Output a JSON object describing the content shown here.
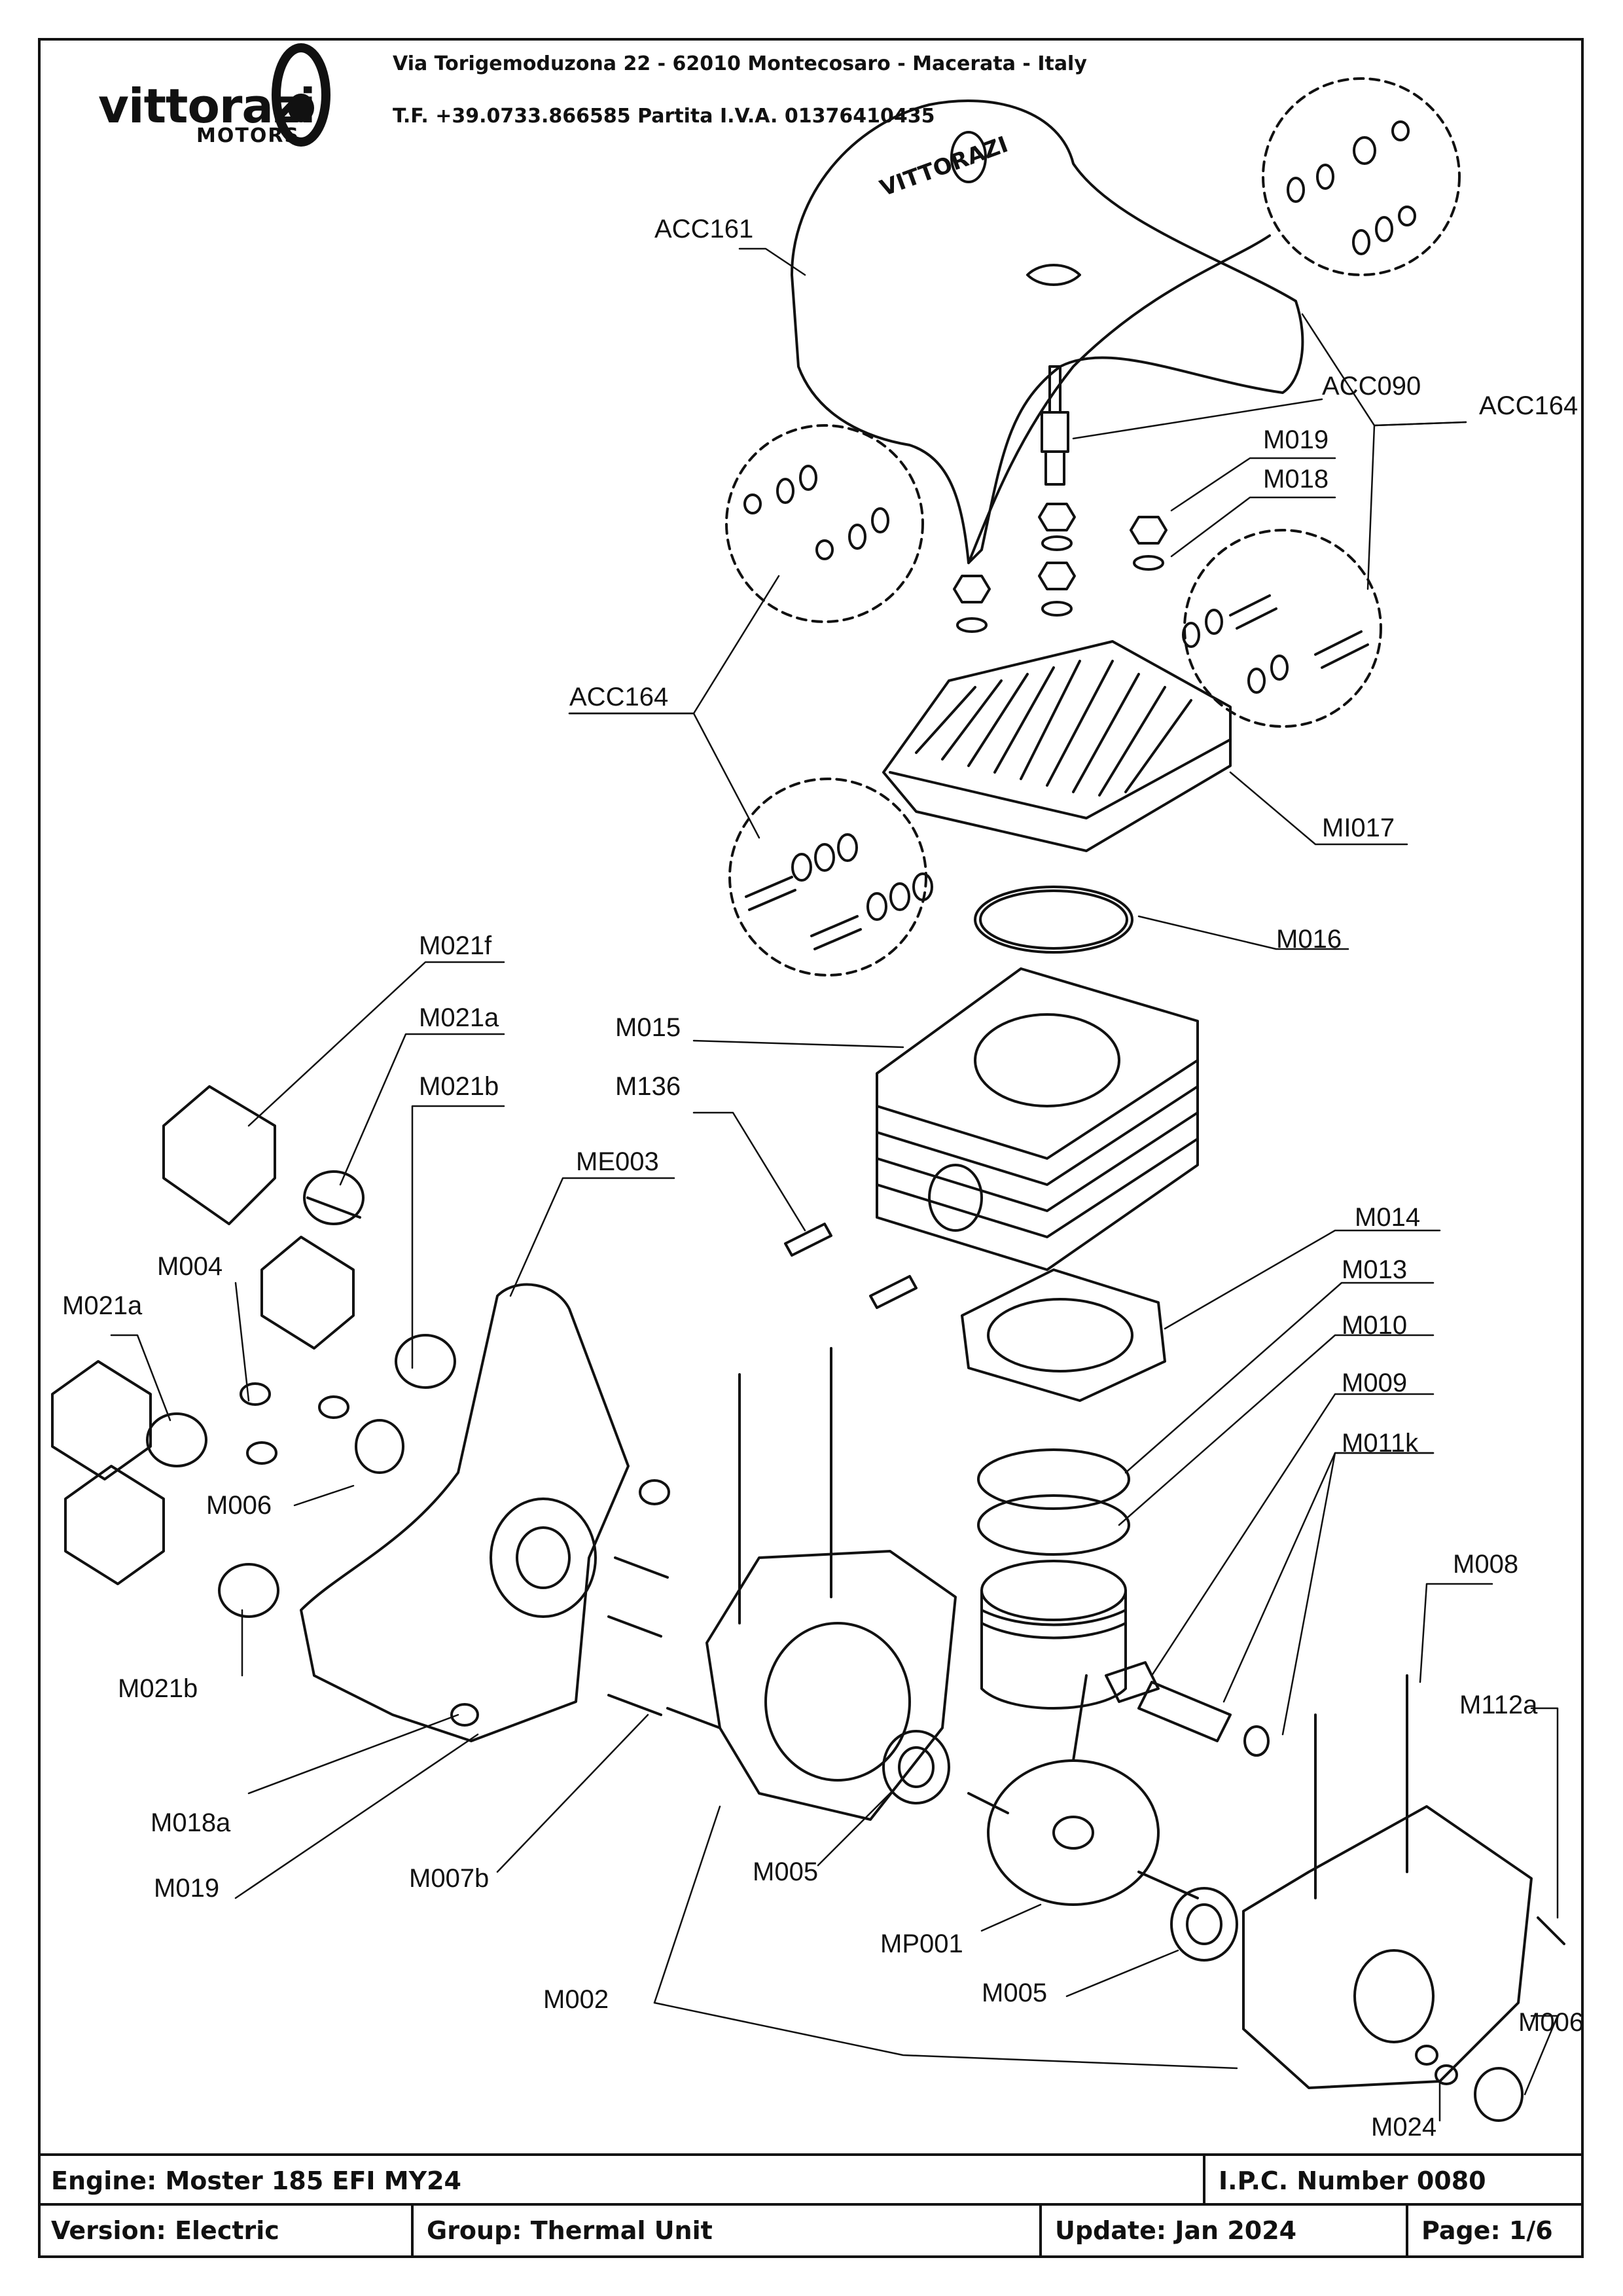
{
  "header": {
    "brand": "vittorazi",
    "brand_sub": "MOTORS",
    "address_line": "Via Torigemoduzona 22 - 62010 Montecosaro - Macerata - Italy",
    "contact_line": "T.F. +39.0733.866585 Partita I.V.A. 01376410435"
  },
  "parts": {
    "acc161": "ACC161",
    "acc090": "ACC090",
    "acc164_right": "ACC164",
    "m019_top": "M019",
    "m018_top": "M018",
    "acc164_left": "ACC164",
    "mi017": "MI017",
    "m016": "M016",
    "m021f": "M021f",
    "m021a_top": "M021a",
    "m015": "M015",
    "m021b_top": "M021b",
    "m136": "M136",
    "me003": "ME003",
    "m014": "M014",
    "m004": "M004",
    "m013": "M013",
    "m021a_left": "M021a",
    "m010": "M010",
    "m009": "M009",
    "m011k": "M011k",
    "m006_left": "M006",
    "m008": "M008",
    "m021b_bottom": "M021b",
    "m112a": "M112a",
    "m018a": "M018a",
    "m005_left": "M005",
    "m019_bottom": "M019",
    "m007b": "M007b",
    "mp001": "MP001",
    "m005_right": "M005",
    "m002": "M002",
    "m006_right": "M006",
    "m024": "M024"
  },
  "title_block": {
    "engine": "Engine: Moster 185 EFI MY24",
    "ipc": "I.P.C. Number 0080",
    "version": "Version: Electric",
    "group": "Group: Thermal Unit",
    "update": "Update: Jan 2024",
    "page": "Page: 1/6"
  }
}
